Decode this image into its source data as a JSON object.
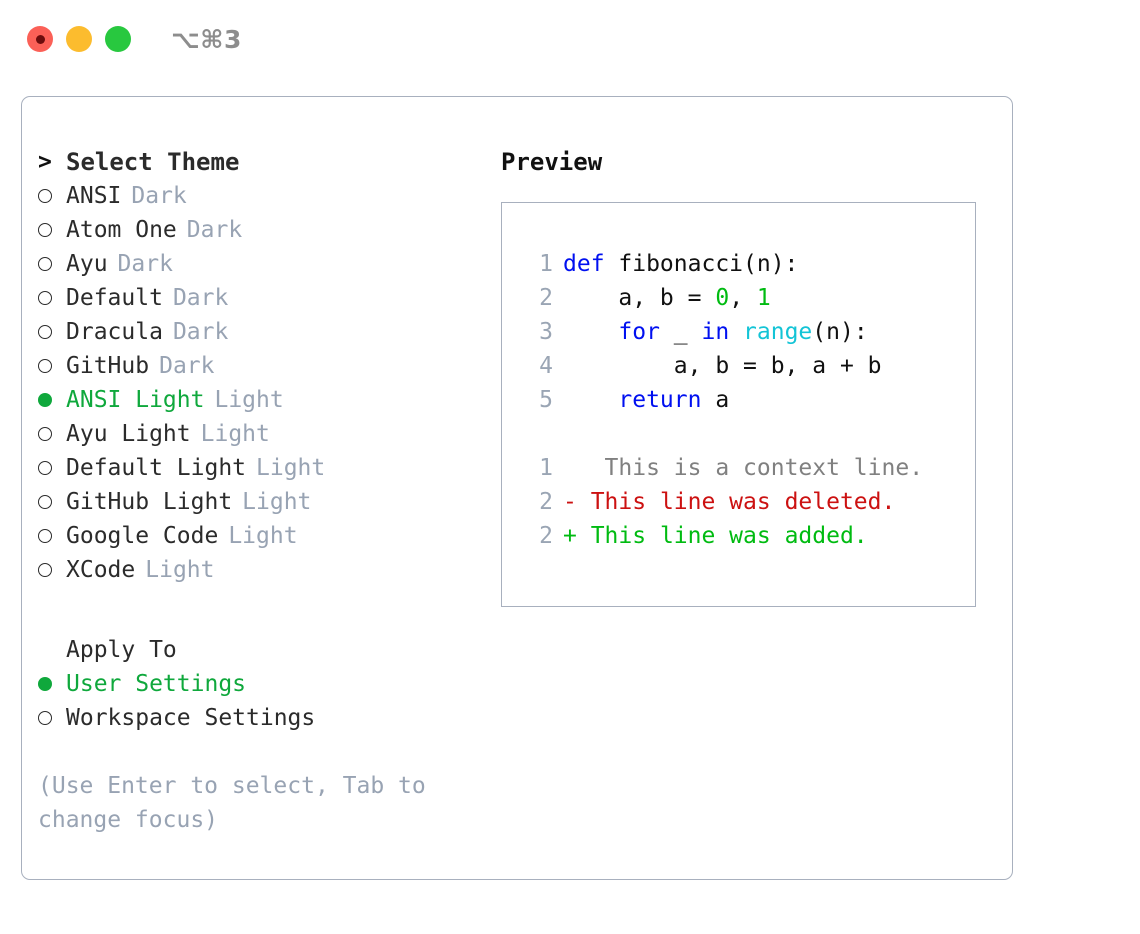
{
  "window": {
    "title_shortcut": "⌥⌘3",
    "traffic_lights": [
      {
        "name": "close",
        "color": "#fb6057"
      },
      {
        "name": "minimize",
        "color": "#fcbc2e"
      },
      {
        "name": "maximize",
        "color": "#28c83f"
      }
    ]
  },
  "theme_panel": {
    "header": {
      "caret": ">",
      "label": "Select Theme"
    },
    "selected_theme": "ANSI Light",
    "items": [
      {
        "marker": "○",
        "label": "ANSI",
        "variant": "Dark",
        "selected": false
      },
      {
        "marker": "○",
        "label": "Atom One",
        "variant": "Dark",
        "selected": false
      },
      {
        "marker": "○",
        "label": "Ayu",
        "variant": "Dark",
        "selected": false
      },
      {
        "marker": "○",
        "label": "Default",
        "variant": "Dark",
        "selected": false
      },
      {
        "marker": "○",
        "label": "Dracula",
        "variant": "Dark",
        "selected": false
      },
      {
        "marker": "○",
        "label": "GitHub",
        "variant": "Dark",
        "selected": false
      },
      {
        "marker": "●",
        "label": "ANSI Light",
        "variant": "Light",
        "selected": true
      },
      {
        "marker": "○",
        "label": "Ayu Light",
        "variant": "Light",
        "selected": false
      },
      {
        "marker": "○",
        "label": "Default Light",
        "variant": "Light",
        "selected": false
      },
      {
        "marker": "○",
        "label": "GitHub Light",
        "variant": "Light",
        "selected": false
      },
      {
        "marker": "○",
        "label": "Google Code",
        "variant": "Light",
        "selected": false
      },
      {
        "marker": "○",
        "label": "XCode",
        "variant": "Light",
        "selected": false
      }
    ]
  },
  "apply_to": {
    "title": "Apply To",
    "selected": "User Settings",
    "options": [
      {
        "marker": "●",
        "label": "User Settings",
        "selected": true
      },
      {
        "marker": "○",
        "label": "Workspace Settings",
        "selected": false
      }
    ]
  },
  "hint": "(Use Enter to select, Tab to change focus)",
  "preview": {
    "title": "Preview",
    "code_lines": [
      {
        "no": "1",
        "segments": [
          {
            "text": "def ",
            "style": "kw"
          },
          {
            "text": "fibonacci(n):",
            "style": "plain"
          }
        ]
      },
      {
        "no": "2",
        "segments": [
          {
            "text": "    a, b = ",
            "style": "plain"
          },
          {
            "text": "0",
            "style": "num"
          },
          {
            "text": ", ",
            "style": "plain"
          },
          {
            "text": "1",
            "style": "num"
          }
        ]
      },
      {
        "no": "3",
        "segments": [
          {
            "text": "    ",
            "style": "plain"
          },
          {
            "text": "for",
            "style": "kw"
          },
          {
            "text": " _ ",
            "style": "plain"
          },
          {
            "text": "in ",
            "style": "kw"
          },
          {
            "text": "range",
            "style": "fn"
          },
          {
            "text": "(n):",
            "style": "plain"
          }
        ]
      },
      {
        "no": "4",
        "segments": [
          {
            "text": "        a, b = b, a + b",
            "style": "plain"
          }
        ]
      },
      {
        "no": "5",
        "segments": [
          {
            "text": "    ",
            "style": "plain"
          },
          {
            "text": "return",
            "style": "kw"
          },
          {
            "text": " a",
            "style": "plain"
          }
        ]
      }
    ],
    "diff_lines": [
      {
        "no": "1",
        "sign": " ",
        "text": "  This is a context line.",
        "style": "ctx"
      },
      {
        "no": "2",
        "sign": "-",
        "text": " This line was deleted.",
        "style": "del"
      },
      {
        "no": "2",
        "sign": "+",
        "text": " This line was added.",
        "style": "add"
      }
    ]
  },
  "colors": {
    "accent_green": "#0fa83c",
    "muted_gray": "#98a3b3",
    "border": "#a8b0be",
    "keyword_blue": "#0010f0",
    "number_green": "#00bb11",
    "function_cyan": "#13c4d6",
    "diff_deleted": "#cc1111",
    "diff_added": "#00bb11",
    "diff_context": "#808080"
  }
}
